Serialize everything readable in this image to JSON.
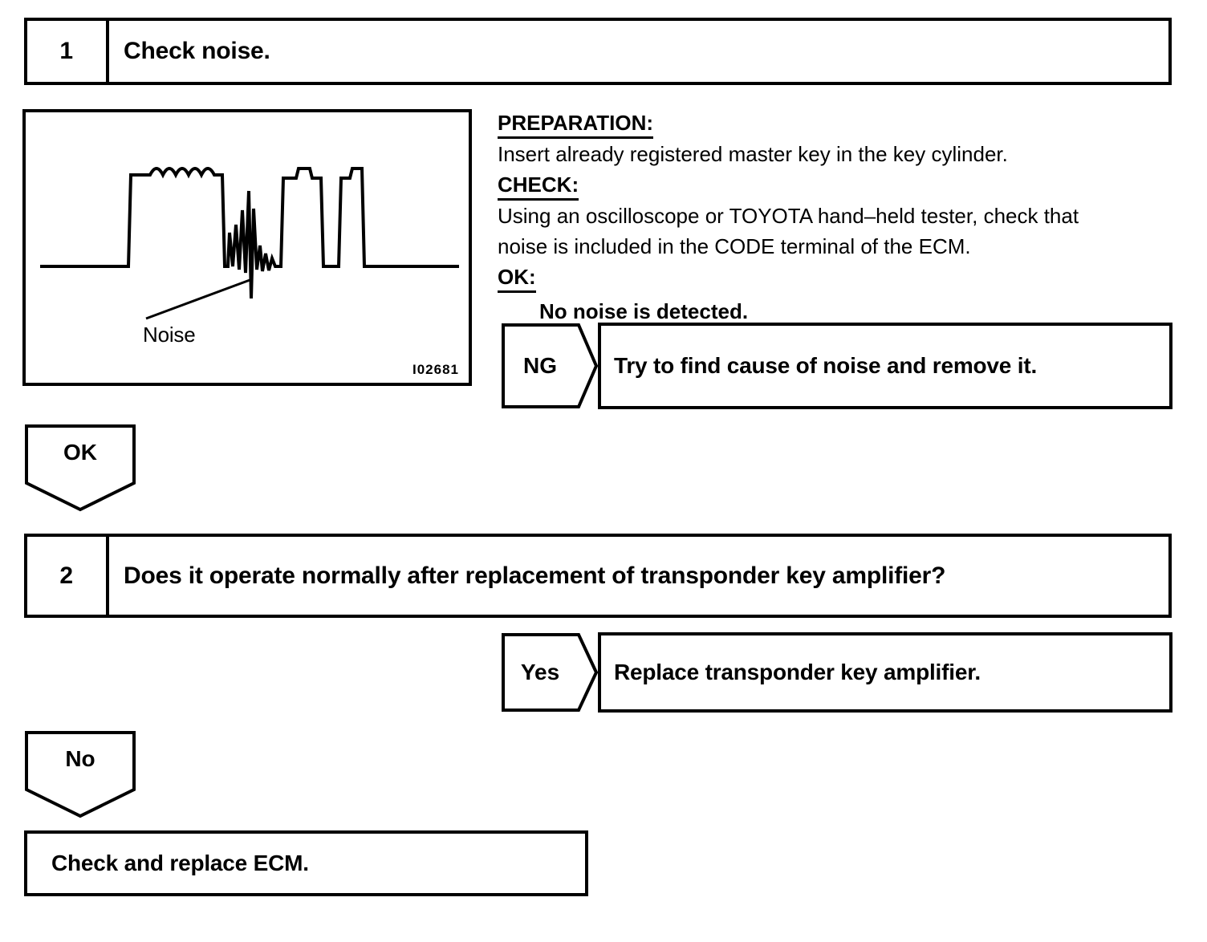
{
  "steps": [
    {
      "number": "1",
      "text": "Check noise."
    },
    {
      "number": "2",
      "text": "Does it operate normally after replacement of transponder key amplifier?"
    }
  ],
  "figure": {
    "code": "I02681",
    "annotation_label": "Noise",
    "caption_type": "oscilloscope-waveform"
  },
  "instructions": {
    "preparation_label": "PREPARATION:",
    "preparation_text": "Insert already registered master key in the key cylinder.",
    "check_label": "CHECK:",
    "check_text_line1": "Using an oscilloscope or TOYOTA hand–held tester, check that",
    "check_text_line2": "noise is included in the CODE terminal of the ECM.",
    "ok_label": "OK:",
    "ok_text": "No noise is detected."
  },
  "branches": {
    "ng": {
      "label": "NG",
      "action": "Try to find cause of noise and remove it."
    },
    "ok": {
      "label": "OK"
    },
    "yes": {
      "label": "Yes",
      "action": "Replace transponder key amplifier."
    },
    "no": {
      "label": "No"
    }
  },
  "result": {
    "text": "Check and replace ECM."
  },
  "colors": {
    "ink": "#000000",
    "paper": "#ffffff"
  }
}
